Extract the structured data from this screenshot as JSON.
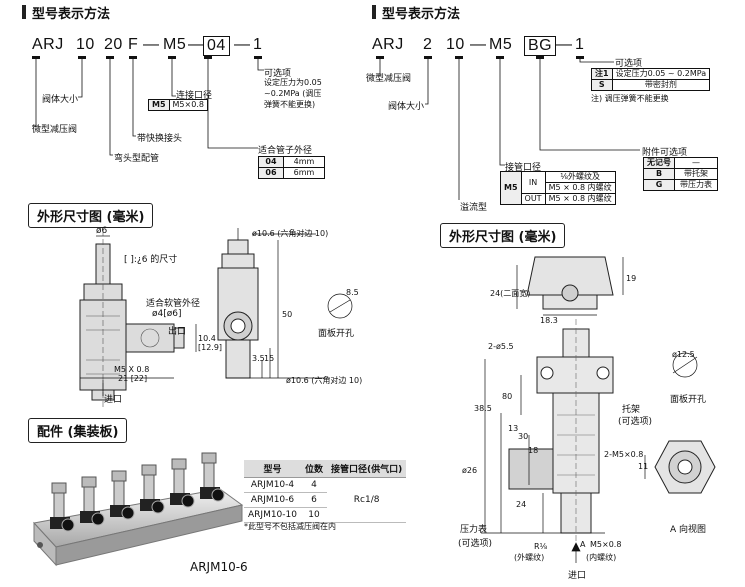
{
  "left_model": {
    "title": "型号表示方法",
    "code": {
      "p1": "ARJ",
      "p2": "10",
      "p3": "20",
      "p4": "F",
      "p5": "M5",
      "p6": "04",
      "p7": "1"
    },
    "labels": {
      "opt": "可选项",
      "opt_desc1": "设定压力为0.05",
      "opt_desc2": "~0.2MPa (调压",
      "opt_desc3": "弹簧不能更换)",
      "port": "连接口径",
      "port_code": "M5",
      "port_val": "M5×0.8",
      "body": "阀体大小",
      "micro": "微型减压阀",
      "quick": "带快换接头",
      "elbow": "弯头型配管",
      "tube": "适合管子外径",
      "tube_rows": [
        [
          "04",
          "4mm"
        ],
        [
          "06",
          "6mm"
        ]
      ]
    }
  },
  "right_model": {
    "title": "型号表示方法",
    "code": {
      "p1": "ARJ",
      "p2": "2",
      "p3": "10",
      "p4": "M5",
      "p5": "BG",
      "p6": "1"
    },
    "labels": {
      "opt": "可选项",
      "opt_rows": [
        [
          "注1",
          "设定压力0.05 ~ 0.2MPa"
        ],
        [
          "S",
          "带密封剂"
        ]
      ],
      "opt_note": "注) 调压弹簧不能更换",
      "micro": "微型减压阀",
      "body": "阀体大小",
      "accessory": "附件可选项",
      "acc_rows": [
        [
          "无记号",
          "—"
        ],
        [
          "B",
          "带托架"
        ],
        [
          "G",
          "带压力表"
        ]
      ],
      "port": "接管口径",
      "port_code": "M5",
      "port_rows": [
        [
          "IN",
          "⅛外螺纹及",
          "M5 × 0.8 内螺纹"
        ],
        [
          "OUT",
          "M5 × 0.8 内螺纹"
        ]
      ],
      "overflow": "溢流型"
    }
  },
  "left_dims": {
    "title": "外形尺寸图 (毫米)",
    "phi6": "ø6",
    "bracket_note": "[ ]:¿6 的尺寸",
    "tube_od": "适合软管外径",
    "tube_vals": "ø4[ø6]",
    "out": "出口",
    "in": "进口",
    "d1": "ø10.6 (六角对边 10)",
    "d2": "ø10.6 (六角对边 10)",
    "m5": "M5 X 0.8",
    "d21": "21 [22]",
    "d104": "10.4",
    "d129": "[12.9]",
    "d50": "50",
    "d35": "3.5",
    "d15": "15",
    "d85": "8.5",
    "panel": "面板开孔"
  },
  "accessory": {
    "title": "配件 (集装板)",
    "caption": "ARJM10-6",
    "headers": [
      "型号",
      "位数",
      "接管口径(供气口)"
    ],
    "rows": [
      [
        "ARJM10-4",
        "4",
        ""
      ],
      [
        "ARJM10-6",
        "6",
        "Rc1/8"
      ],
      [
        "ARJM10-10",
        "10",
        ""
      ]
    ],
    "note": "*此型号不包括减压阀在内"
  },
  "right_dims": {
    "title": "外形尺寸图 (毫米)",
    "d183": "18.3",
    "d19": "19",
    "d24": "24(二面宽)",
    "d2phi": "2-ø5.5",
    "d80": "80",
    "d385": "38.5",
    "d30": "30",
    "d18": "18",
    "d13": "13",
    "d26": "ø26",
    "d24b": "24",
    "d125": "ø12.5",
    "m2": "2-M5×0.8",
    "bracket": "托架",
    "bracket_opt": "(可选项)",
    "gauge": "压力表",
    "gauge_opt": "(可选项)",
    "r18": "R⅛",
    "r18_sub": "(外螺纹)",
    "m5": "M5×0.8",
    "m5_sub": "(内螺纹)",
    "in": "进口",
    "a": "A",
    "panel": "面板开孔",
    "aview": "A 向视图",
    "d11": "11"
  }
}
